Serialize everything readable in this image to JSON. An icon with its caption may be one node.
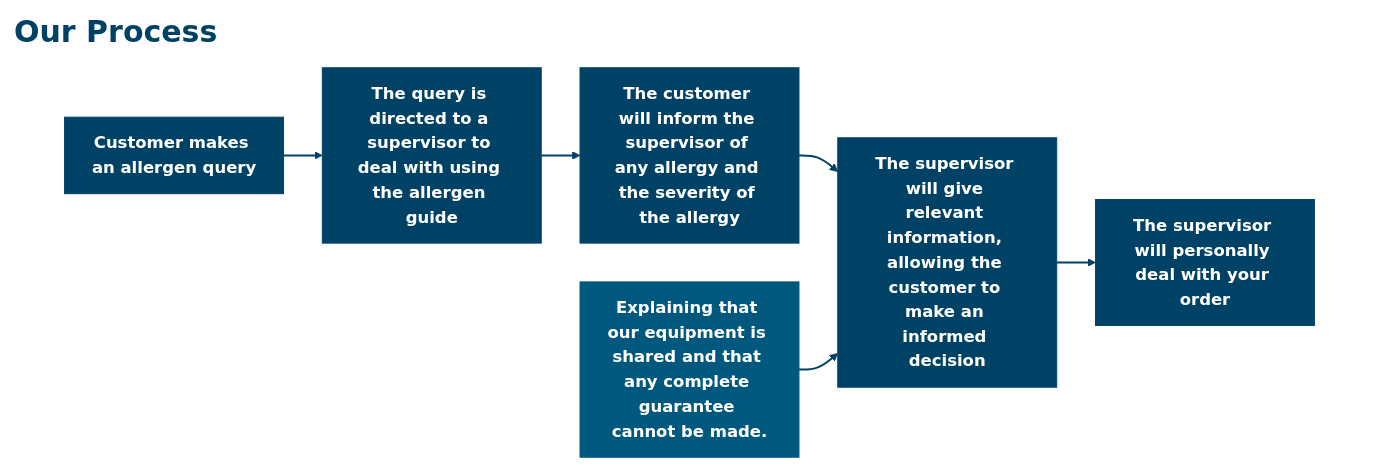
{
  "diagram": {
    "title": "Our Process",
    "nodes": [
      {
        "text": [
          "Customer makes an allergen query"
        ]
      },
      {
        "text": [
          "The query is directed to a supervisor to deal with using the allergen guide"
        ]
      },
      {
        "text": [
          "The customer will inform the supervisor of any allergy and the severity of the allergy"
        ]
      },
      {
        "text": [
          "The supervisor will give relevant information, allowing the customer to make an informed decision"
        ]
      },
      {
        "text": [
          "The supervisor will personally deal with your order"
        ]
      },
      {
        "text": [
          "Explaining that our equipment is shared and that any complete guarantee cannot be made."
        ]
      }
    ],
    "edges": [
      {
        "from": 0,
        "to": 1,
        "arrow": "to"
      },
      {
        "from": 1,
        "to": 2,
        "arrow": "to"
      },
      {
        "from": 2,
        "to": 3,
        "arrow": "to"
      },
      {
        "from": 3,
        "to": 4,
        "arrow": "to"
      },
      {
        "from": 5,
        "to": 3,
        "arrow": "to"
      }
    ]
  }
}
